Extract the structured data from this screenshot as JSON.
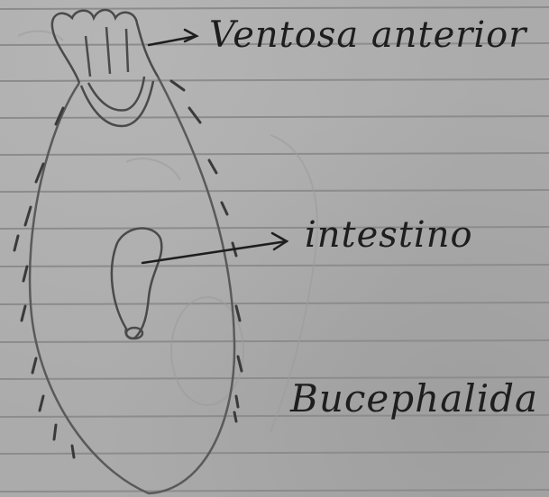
{
  "diagram": {
    "labels": {
      "ventosa": "Ventosa anterior",
      "intestino": "intestino",
      "title": "Bucephalida"
    },
    "colors": {
      "paper": "#ababab",
      "ruled_line": "#8c8c8c",
      "margin_line": "#9a9a9a",
      "ink": "#1e1e1e",
      "pencil": "#5a5a5a"
    }
  }
}
